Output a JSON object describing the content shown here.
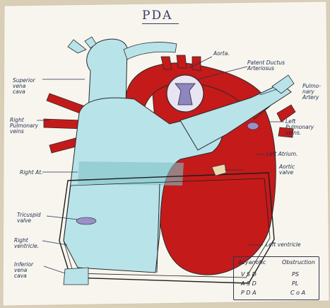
{
  "title": "PDA",
  "labels": {
    "aorta": "Aorta.",
    "pda": "Patent Ductus\nArteriosus",
    "pulmonary_artery": "Pulmo-\nnary\nArtery",
    "superior_vena_cava": "Superior\nvena\ncava",
    "right_pulmonary_veins": "Right\nPulmonary\nveins",
    "left_pulmonary_veins": "Left\nPulmonary\nveins.",
    "left_atrium": "Left Atrium.",
    "aortic_valve": "Aortic\nvalve",
    "right_atrium": "Right At.",
    "tricuspid_valve": "Tricuspid\nvalve",
    "right_ventricle": "Right\nventricle.",
    "inferior_vena_cava": "Inferior\nvena\ncava",
    "left_ventricle": "Left ventricle"
  },
  "table": {
    "headers": [
      "Acyanotic",
      "Obstruction"
    ],
    "rows": [
      [
        "V S D",
        "PS"
      ],
      [
        "A S D",
        "PL"
      ],
      [
        "P D A",
        "C o A"
      ]
    ]
  },
  "colors": {
    "paper": "#f7f5ee",
    "oxygenated": "#c41a1a",
    "deoxygenated": "#b8e3e9",
    "ink": "#23304f"
  }
}
